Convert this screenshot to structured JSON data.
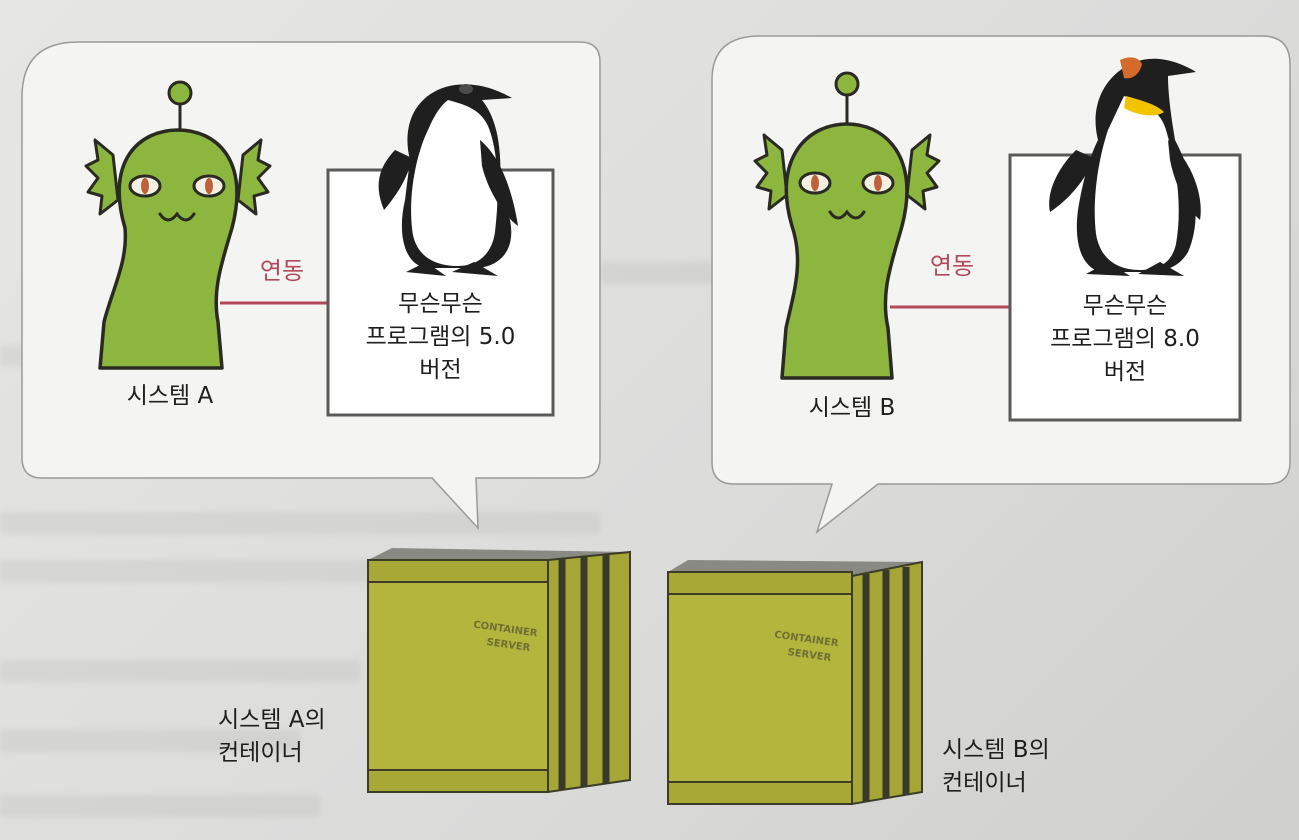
{
  "left_panel": {
    "system_label": "시스템 A",
    "link_label": "연동",
    "program_line1": "무슨무슨",
    "program_line2": "프로그램의 5.0",
    "program_line3": "버전"
  },
  "right_panel": {
    "system_label": "시스템 B",
    "link_label": "연동",
    "program_line1": "무슨무슨",
    "program_line2": "프로그램의 8.0",
    "program_line3": "버전"
  },
  "containers": {
    "a_line1": "시스템 A의",
    "a_line2": "컨테이너",
    "b_line1": "시스템 B의",
    "b_line2": "컨테이너",
    "crate_text_line1": "CONTAINER",
    "crate_text_line2": "SERVER"
  },
  "colors": {
    "alien_green": "#8cb63e",
    "link_line": "#b24a5c",
    "crate_yellow": "#b4b53c",
    "bubble_fill": "#f4f4f3"
  }
}
